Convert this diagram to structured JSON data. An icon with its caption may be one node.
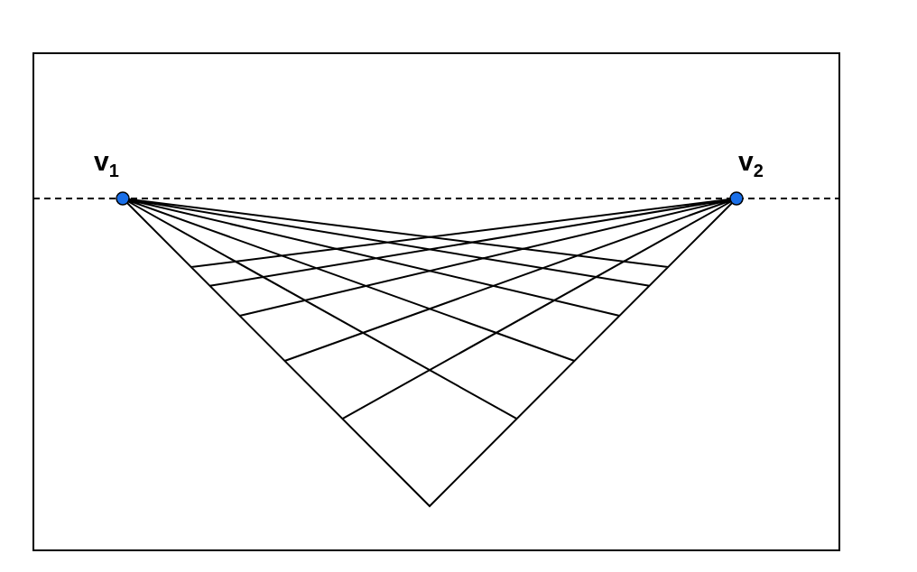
{
  "diagram": {
    "nodes": [
      {
        "text": [],
        "shape": "circle",
        "beside": [
          "v$_{1}$"
        ]
      },
      {
        "text": [],
        "shape": "circle",
        "beside": [
          "v$_{2}$"
        ]
      }
    ]
  }
}
